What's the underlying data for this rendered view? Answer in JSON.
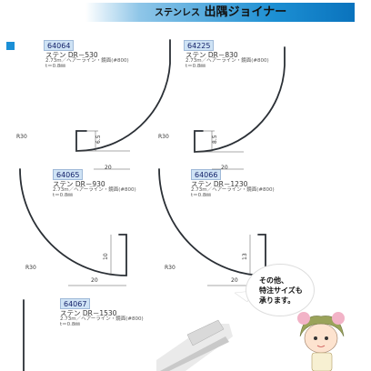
{
  "header": {
    "title_small": "ステンレス",
    "title_large": "出隅ジョイナー"
  },
  "products": [
    {
      "code": "64064",
      "name": "ステン DR－530",
      "spec": "2.73m／ヘアーライン・鏡面(#800)",
      "thickness": "t＝0.8㎜",
      "radius": "R30",
      "width": "20",
      "height": "6.5"
    },
    {
      "code": "64225",
      "name": "ステン DR－830",
      "spec": "2.73m／ヘアーライン・鏡面(#800)",
      "thickness": "t＝0.8㎜",
      "radius": "R30",
      "width": "20",
      "height": "8.5"
    },
    {
      "code": "64065",
      "name": "ステン DR－930",
      "spec": "2.73m／ヘアーライン・鏡面(#800)",
      "thickness": "t＝0.8㎜",
      "radius": "R30",
      "width": "20",
      "height": "10"
    },
    {
      "code": "64066",
      "name": "ステン DR－1230",
      "spec": "2.73m／ヘアーライン・鏡面(#800)",
      "thickness": "t＝0.8㎜",
      "radius": "R30",
      "width": "20",
      "height": "13"
    },
    {
      "code": "64067",
      "name": "ステン DR－1530",
      "spec": "2.73m／ヘアーライン・鏡面(#800)",
      "thickness": "t＝0.8㎜"
    }
  ],
  "callout": {
    "line1": "その他、",
    "line2": "特注サイズも",
    "line3": "承ります。"
  },
  "colors": {
    "accent": "#1a8fd6",
    "code_bg": "#cfe3f5",
    "profile": "#2a2f35"
  }
}
